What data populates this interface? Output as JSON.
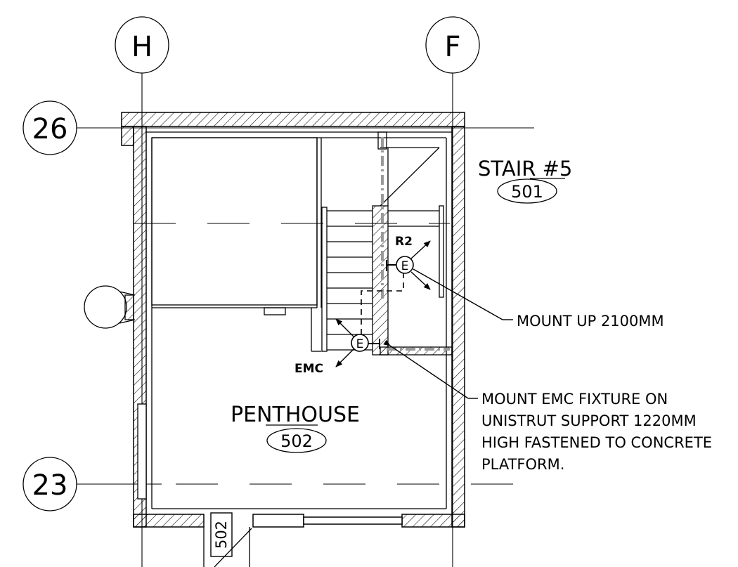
{
  "grid": {
    "columns": [
      "H",
      "F"
    ],
    "rows": [
      "26",
      "23"
    ]
  },
  "rooms": [
    {
      "name": "STAIR #5",
      "number": "501"
    },
    {
      "name": "PENTHOUSE",
      "number": "502"
    }
  ],
  "door_tag": "502",
  "fixtures": [
    {
      "symbol": "E",
      "type": "R2"
    },
    {
      "symbol": "E",
      "type": "EMC"
    }
  ],
  "notes": {
    "note1": "MOUNT UP 2100MM",
    "note2_lines": [
      "MOUNT EMC FIXTURE ON",
      "UNISTRUT SUPPORT 1220MM",
      "HIGH FASTENED TO CONCRETE",
      "PLATFORM."
    ]
  },
  "colors": {
    "linework": "#000000",
    "emergency_path": "#9a9a9a",
    "background": "#ffffff"
  }
}
